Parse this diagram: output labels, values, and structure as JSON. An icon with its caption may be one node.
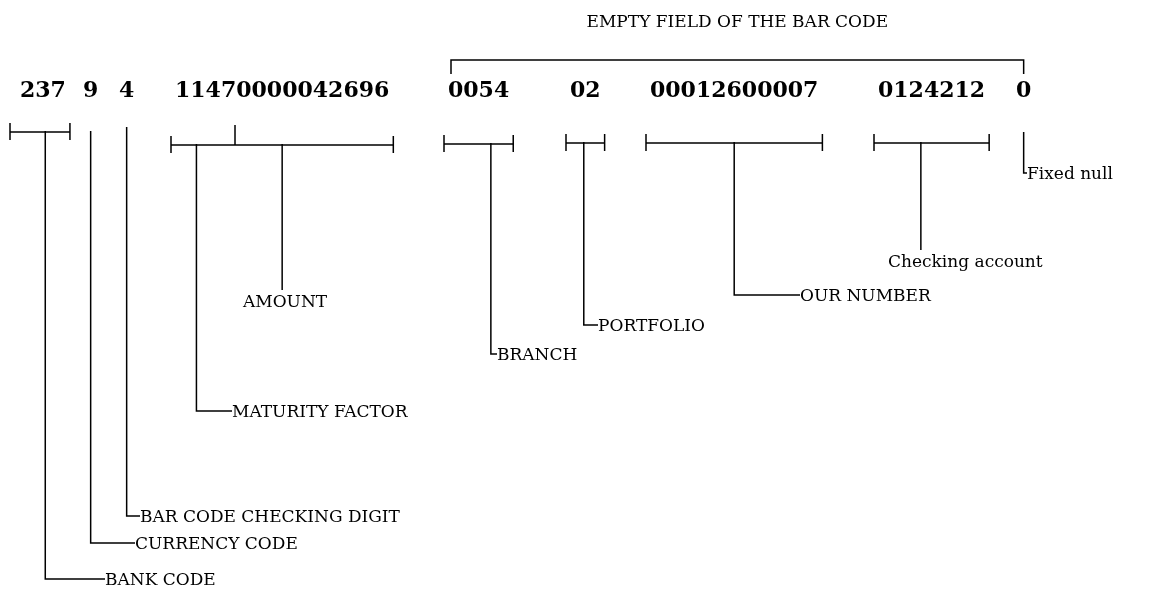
{
  "diagram": {
    "nodes": [
      {
        "text": [
          "237"
        ]
      },
      {
        "text": [
          "9"
        ]
      },
      {
        "text": [
          "4"
        ]
      },
      {
        "text": [
          "11470000042696"
        ]
      },
      {
        "text": [
          "0054"
        ]
      },
      {
        "text": [
          "02"
        ]
      },
      {
        "text": [
          "00012600007"
        ]
      },
      {
        "text": [
          "0124212"
        ]
      },
      {
        "text": [
          "0"
        ]
      },
      {
        "text": [
          "Fixed null"
        ]
      },
      {
        "text": [
          "Checking account"
        ]
      },
      {
        "text": [
          "AMOUNT"
        ]
      },
      {
        "text": [
          "OUR NUMBER"
        ]
      },
      {
        "text": [
          "PORTFOLIO"
        ]
      },
      {
        "text": [
          "BRANCH"
        ]
      },
      {
        "text": [
          "MATURITY FACTOR"
        ]
      },
      {
        "text": [
          "BAR CODE CHECKING DIGIT"
        ]
      },
      {
        "text": [
          "CURRENCY CODE"
        ]
      },
      {
        "text": [
          "BANK CODE"
        ]
      }
    ],
    "edges": [
      {
        "from": 9,
        "to": 8,
        "arrow": "none"
      },
      {
        "from": 10,
        "to": 7,
        "arrow": "none"
      },
      {
        "from": 11,
        "to": 3,
        "arrow": "none"
      },
      {
        "from": 12,
        "to": 6,
        "arrow": "none"
      },
      {
        "from": 13,
        "to": 5,
        "arrow": "none"
      },
      {
        "from": 14,
        "to": 4,
        "arrow": "none"
      },
      {
        "from": 15,
        "to": 3,
        "arrow": "none"
      },
      {
        "from": 16,
        "to": 2,
        "arrow": "none"
      },
      {
        "from": 17,
        "to": 1,
        "arrow": "none"
      },
      {
        "from": 18,
        "to": 0,
        "arrow": "none"
      }
    ],
    "labels": [
      "EMPTY FIELD OF THE BAR CODE"
    ]
  }
}
